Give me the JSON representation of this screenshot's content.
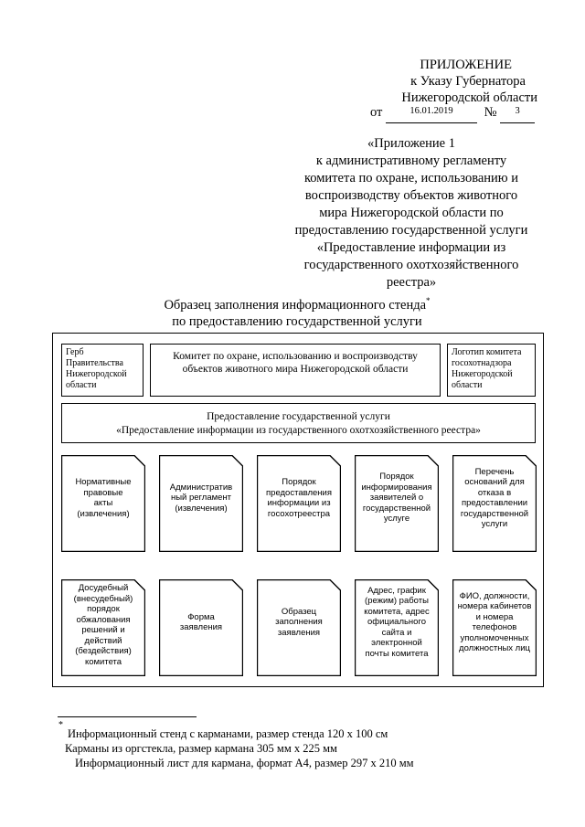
{
  "header": {
    "appendix": "ПРИЛОЖЕНИЕ",
    "to_decree": "к Указу Губернатора",
    "region": "Нижегородской области",
    "from_label": "от",
    "date": "16.01.2019",
    "number_label": "№",
    "number": "3"
  },
  "appendix_block": {
    "line1": "«Приложение 1",
    "line2": "к административному регламенту",
    "line3": "комитета по охране, использованию и",
    "line4": "воспроизводству объектов животного",
    "line5": "мира Нижегородской области по",
    "line6": "предоставлению государственной услуги",
    "line7": "«Предоставление информации из",
    "line8": "государственного охотхозяйственного",
    "line9": "реестра»"
  },
  "title": {
    "line1": "Образец заполнения информационного стенда",
    "mark": "*",
    "line2": "по предоставлению государственной услуги"
  },
  "stand": {
    "coat_of_arms": [
      "Герб",
      "Правительства",
      "Нижегородской",
      "области"
    ],
    "committee": [
      "Комитет по охране, использованию и воспроизводству",
      "объектов животного мира Нижегородской области"
    ],
    "logo": [
      "Логотип комитета",
      "госохотнадзора",
      "Нижегородской",
      "области"
    ],
    "service": [
      "Предоставление государственной услуги",
      "«Предоставление информации из государственного охотхозяйственного реестра»"
    ],
    "row1": [
      [
        "Нормативные",
        "правовые",
        "акты",
        "(извлечения)"
      ],
      [
        "Административ",
        "ный регламент",
        "(извлечения)"
      ],
      [
        "Порядок",
        "предоставления",
        "информации из",
        "госохотреестра"
      ],
      [
        "Порядок",
        "информирования",
        "заявителей о",
        "государственной",
        "услуге"
      ],
      [
        "Перечень",
        "оснований для",
        "отказа в",
        "предоставлении",
        "государственной",
        "услуги"
      ]
    ],
    "row2": [
      [
        "Досудебный",
        "(внесудебный)",
        "порядок",
        "обжалования",
        "решений и",
        "действий",
        "(бездействия)",
        "комитета"
      ],
      [
        "Форма",
        "заявления"
      ],
      [
        "Образец",
        "заполнения",
        "заявления"
      ],
      [
        "Адрес, график",
        "(режим) работы",
        "комитета, адрес",
        "официального",
        "сайта и",
        "электронной",
        "почты комитета"
      ],
      [
        "ФИО, должности,",
        "номера кабинетов",
        "и номера",
        "телефонов",
        "уполномоченных",
        "должностных лиц"
      ]
    ]
  },
  "footnote": {
    "mark": "*",
    "line1": "Информационный стенд  с карманами, размер стенда 120 х 100 см",
    "line2": "Карманы из оргстекла, размер кармана 305 мм х 225 мм",
    "line3": "Информационный лист для кармана, формат  А4, размер 297 х 210 мм"
  }
}
